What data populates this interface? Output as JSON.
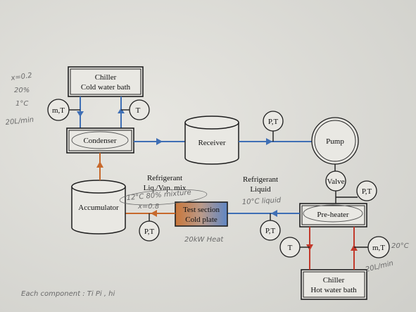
{
  "components": {
    "chiller_cold": [
      "Chiller",
      "Cold water bath"
    ],
    "condenser": "Condenser",
    "receiver": "Receiver",
    "pump": "Pump",
    "valve": "Valve",
    "accumulator": "Accumulator",
    "test_section": [
      "Test section",
      "Cold plate"
    ],
    "preheater": "Pre-heater",
    "chiller_hot": [
      "Chiller",
      "Hot water bath"
    ]
  },
  "sensors": {
    "mT": "m,T",
    "T_cold": "T",
    "PT": "P,T",
    "T": "T"
  },
  "labels": {
    "refrigerant_mix": [
      "Refrigerant",
      "Liq./Vap. mix"
    ],
    "refrigerant_liquid": [
      "Refrigerant",
      "Liquid"
    ]
  },
  "handwritten": {
    "left_notes": [
      "x=0.2",
      "20%",
      "1°C",
      "20L/min"
    ],
    "mix_note": "12°C 80% mixture",
    "mix_note_2": "x=0.8",
    "liquid_note": "10°C liquid",
    "heat": "20kW Heat",
    "hot_temp": "20°C",
    "hot_flow": "20L/min",
    "bottom": "Each component : Ti  Pi , hi"
  },
  "colors": {
    "liquid_line": "#3f6fb5",
    "mix_line": "#c7692c",
    "hot_line": "#c2392b",
    "test_section_warm": "#c9773a",
    "test_section_cold": "#5f86c4"
  }
}
